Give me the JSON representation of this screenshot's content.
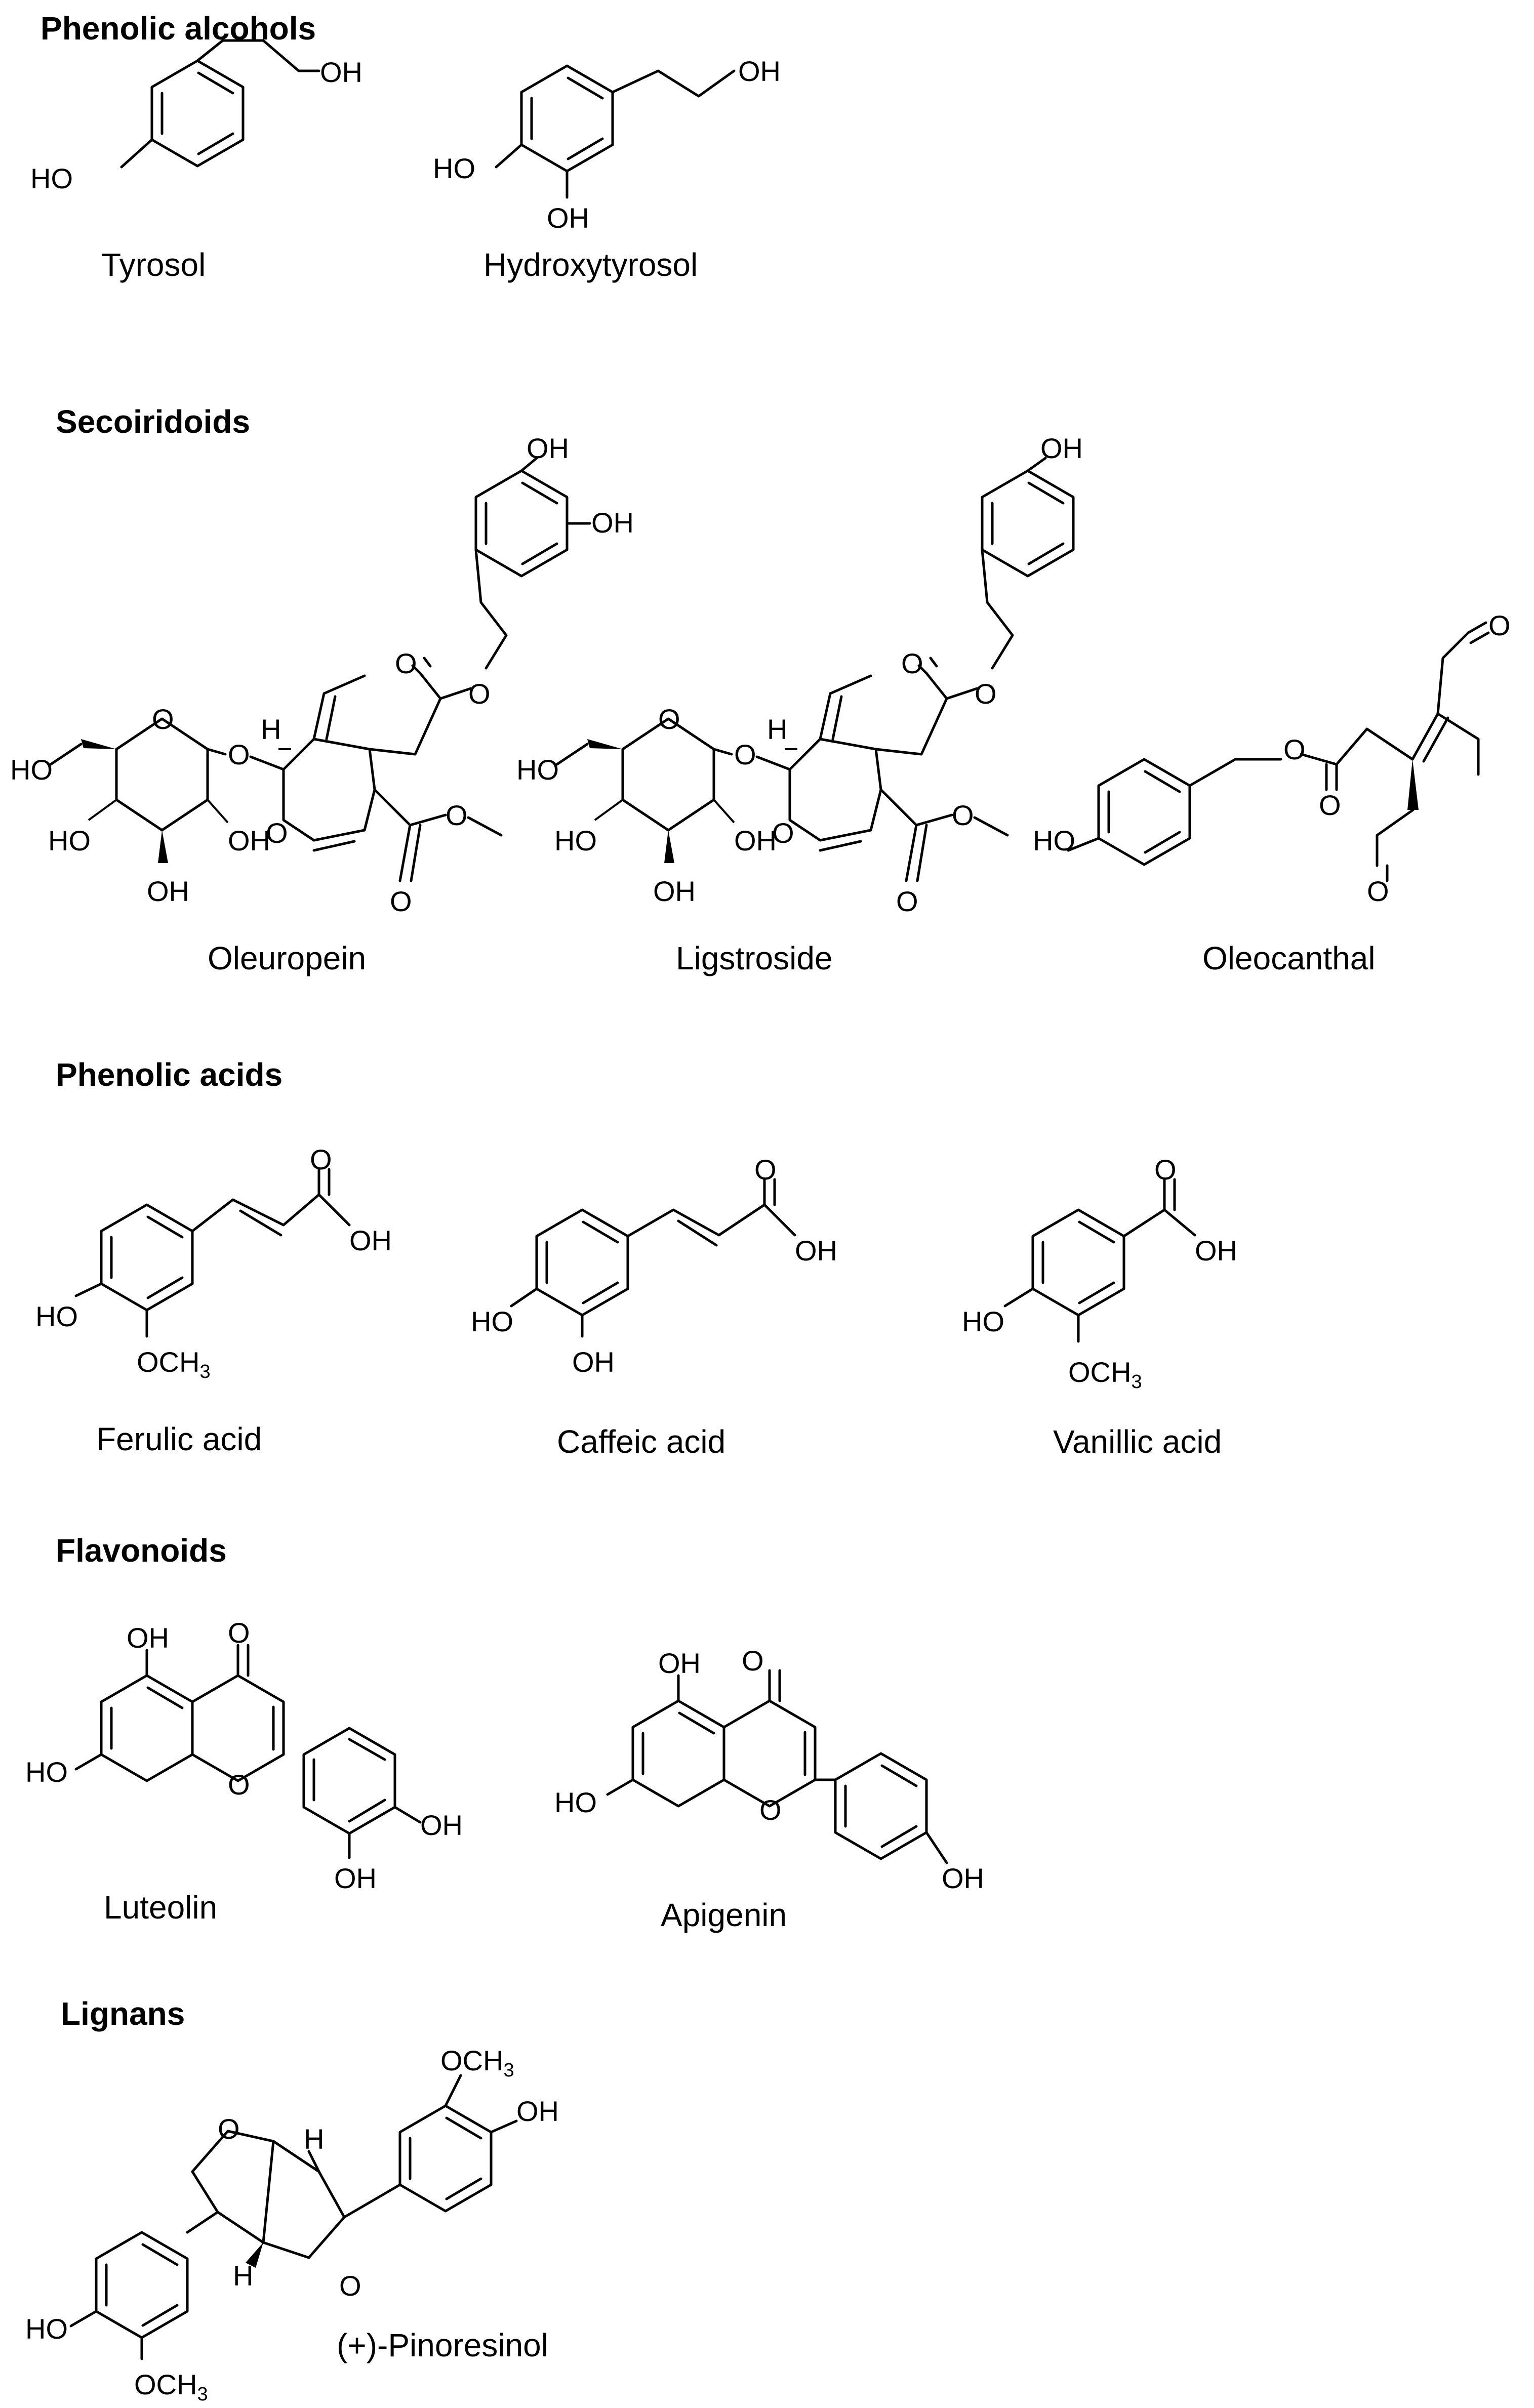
{
  "sections": {
    "phenolic_alcohols": "Phenolic alcohols",
    "secoiridoids": "Secoiridoids",
    "phenolic_acids": "Phenolic acids",
    "flavonoids": "Flavonoids",
    "lignans": "Lignans"
  },
  "compounds": {
    "tyrosol": "Tyrosol",
    "hydroxytyrosol": "Hydroxytyrosol",
    "oleuropein": "Oleuropein",
    "ligstroside": "Ligstroside",
    "oleocanthal": "Oleocanthal",
    "ferulic_acid": "Ferulic acid",
    "caffeic_acid": "Caffeic acid",
    "vanillic_acid": "Vanillic acid",
    "luteolin": "Luteolin",
    "apigenin": "Apigenin",
    "pinoresinol": "(+)-Pinoresinol"
  },
  "atoms": {
    "OH": "OH",
    "HO": "HO",
    "O": "O",
    "H": "H",
    "OCH": "OCH",
    "sub3": "3"
  }
}
